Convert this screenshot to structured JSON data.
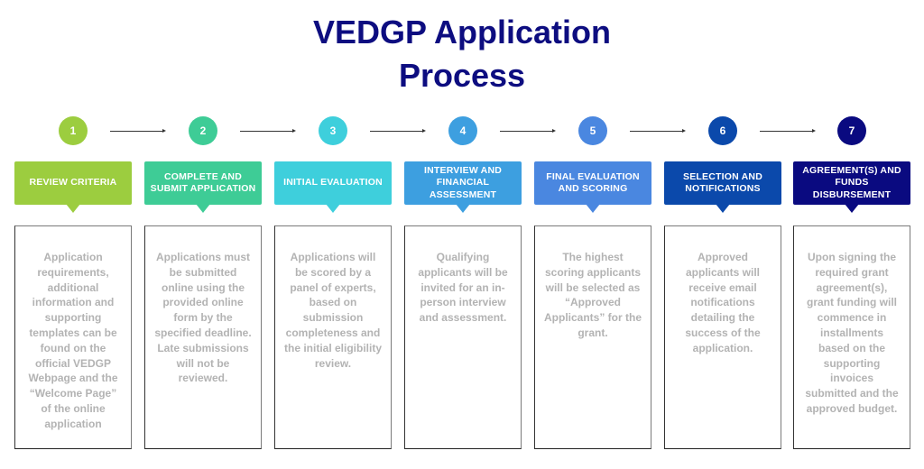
{
  "title": "VEDGP Application Process",
  "title_lines": [
    "VEDGP Application",
    "Process"
  ],
  "steps": [
    {
      "number": "1",
      "label": "REVIEW CRITERIA",
      "color": "#9ccd3f",
      "description": "Application requirements, additional information and supporting templates can be found on the official VEDGP Webpage and the “Welcome Page” of the online application"
    },
    {
      "number": "2",
      "label": "COMPLETE AND SUBMIT APPLICATION",
      "color": "#3ecc96",
      "description": "Applications must be submitted online using the provided online form by the specified deadline. Late submissions will not be reviewed."
    },
    {
      "number": "3",
      "label": "INITIAL EVALUATION",
      "color": "#3ecfdc",
      "description": "Applications will be scored by a panel of experts, based on submission completeness and the initial eligibility review."
    },
    {
      "number": "4",
      "label": "INTERVIEW AND FINANCIAL ASSESSMENT",
      "color": "#3d9fe0",
      "description": "Qualifying applicants will be invited for an in-person interview and assessment."
    },
    {
      "number": "5",
      "label": "FINAL EVALUATION AND SCORING",
      "color": "#4a87e0",
      "description": "The highest scoring applicants will be selected as “Approved Applicants” for the grant."
    },
    {
      "number": "6",
      "label": "SELECTION AND NOTIFICATIONS",
      "color": "#0b49ab",
      "description": "Approved applicants will receive email notifications detailing the success of the application."
    },
    {
      "number": "7",
      "label": "AGREEMENT(S) AND FUNDS DISBURSEMENT",
      "color": "#0a0a80",
      "description": "Upon signing the required grant agreement(s), grant funding will commence in installments based on the supporting invoices submitted and the approved budget."
    }
  ]
}
